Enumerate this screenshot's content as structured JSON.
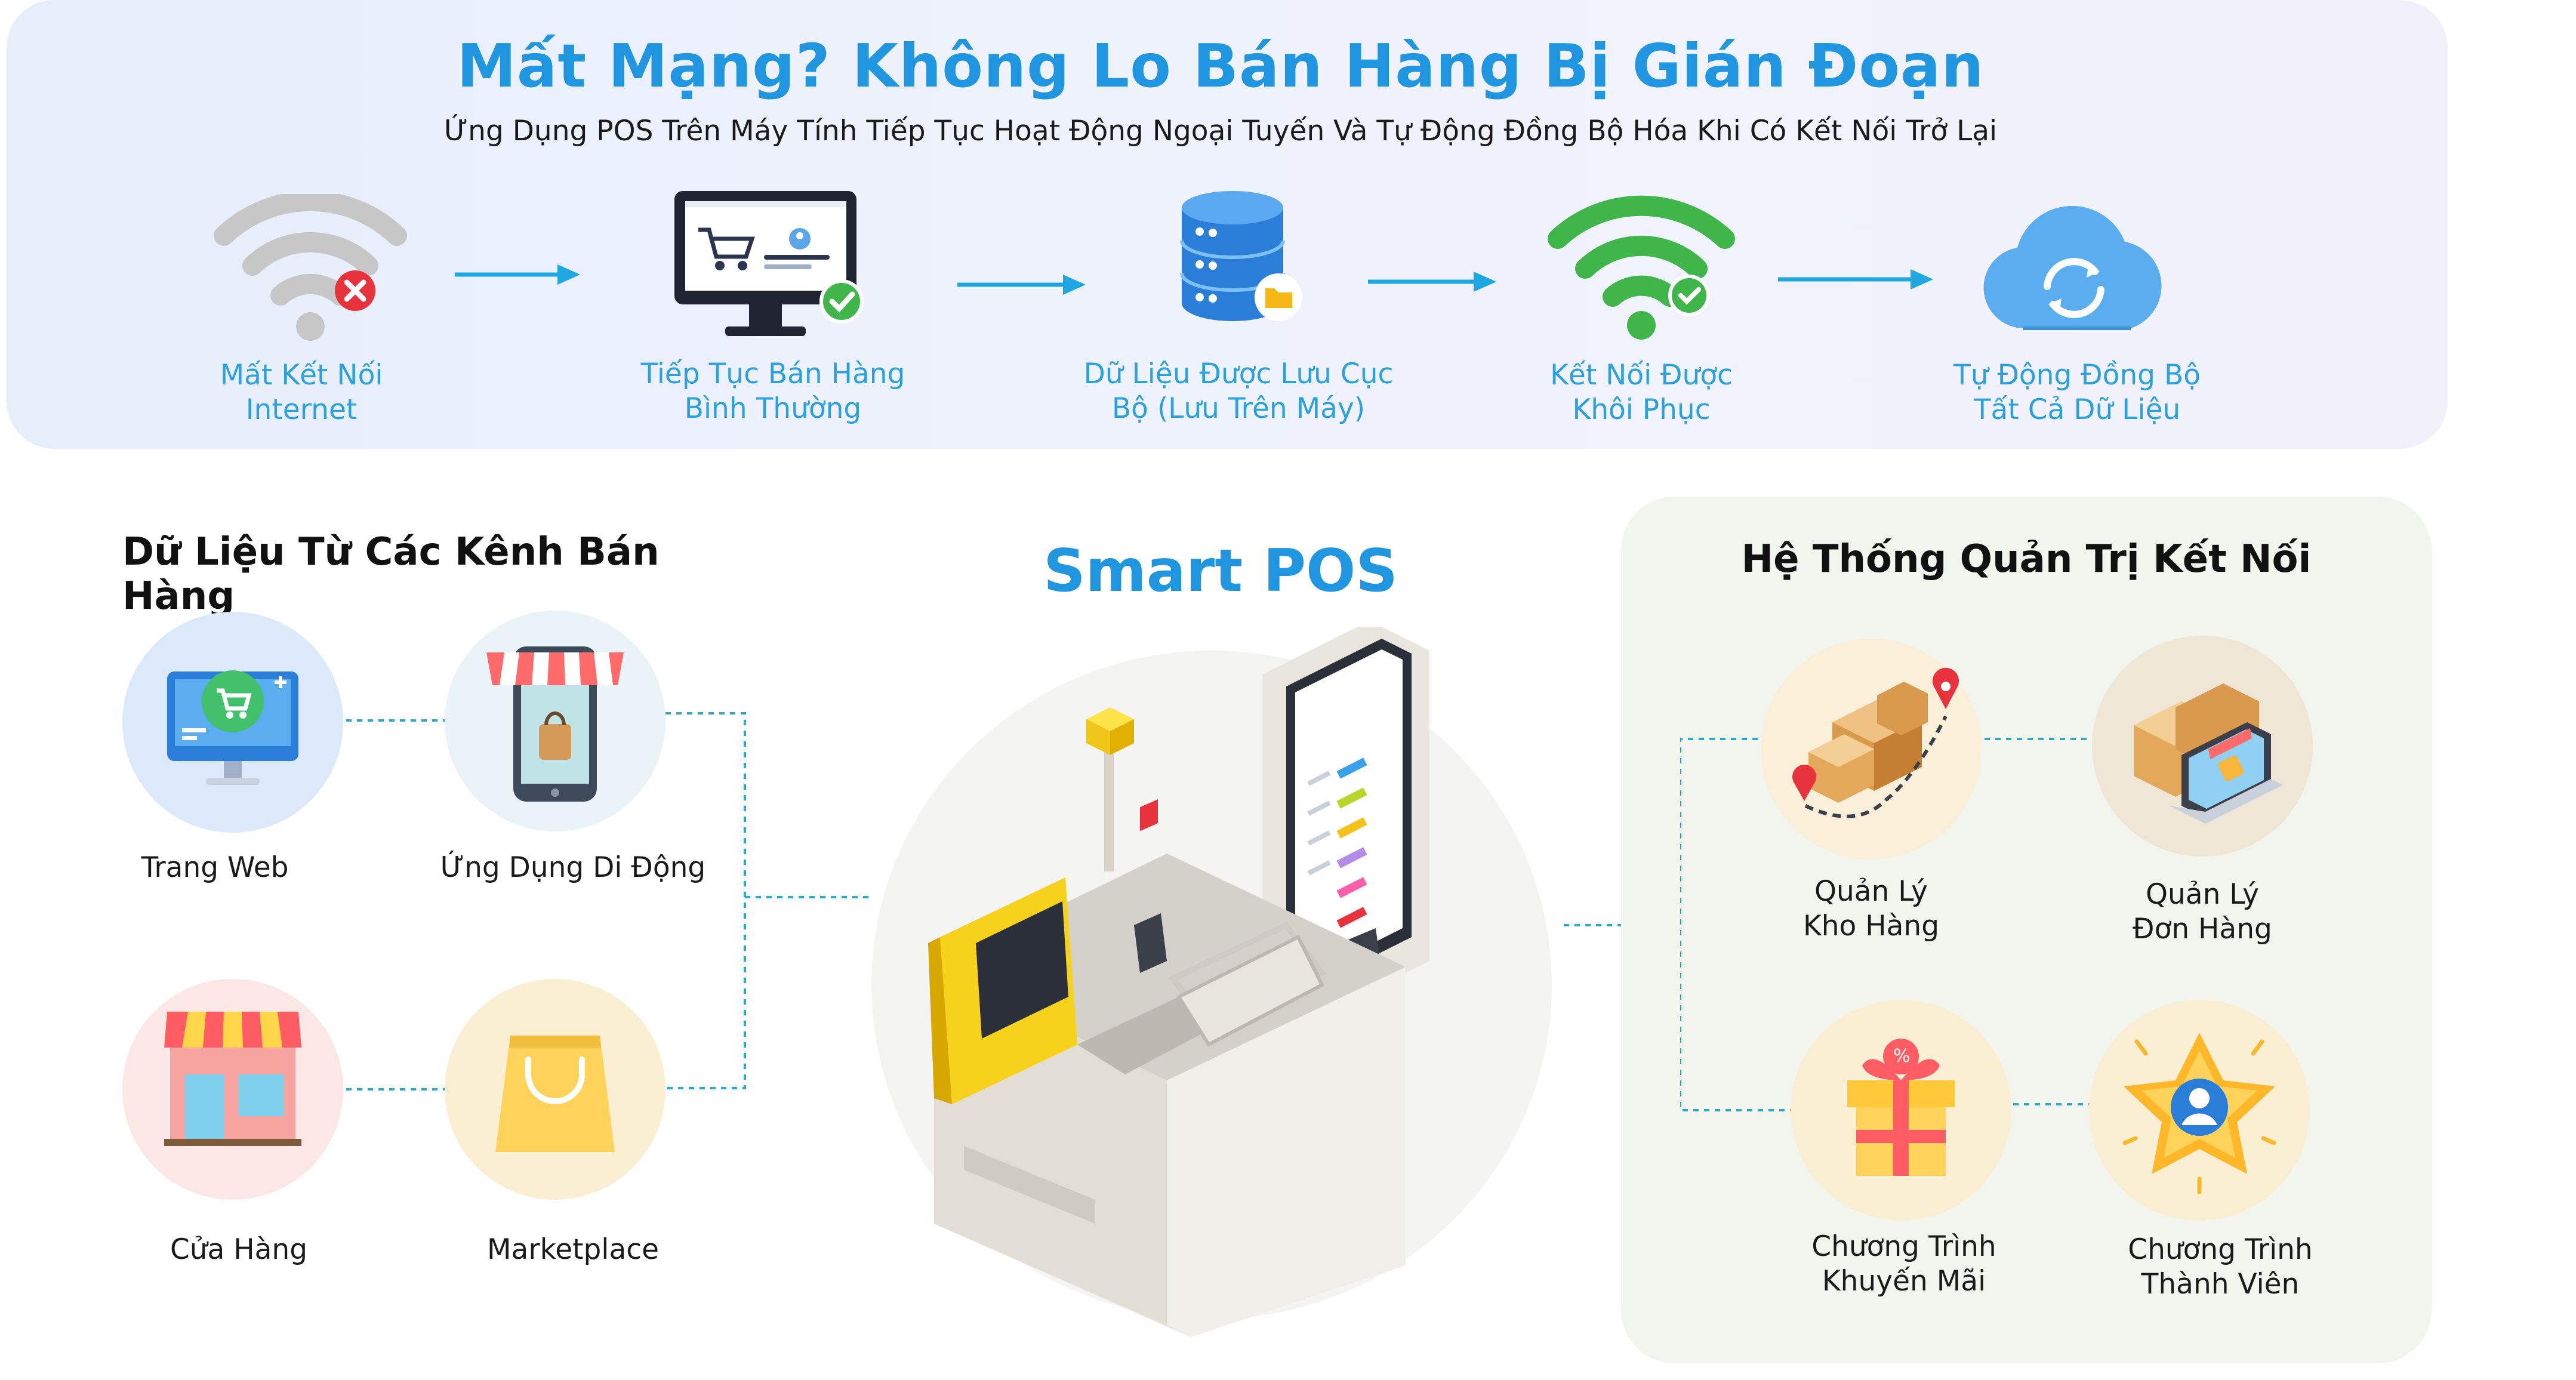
{
  "banner": {
    "title": "Mất Mạng? Không Lo Bán Hàng Bị Gián Đoạn",
    "subtitle": "Ứng Dụng POS Trên Máy Tính Tiếp Tục Hoạt Động Ngoại Tuyến Và Tự Động Đồng Bộ Hóa Khi Có Kết Nối Trở Lại",
    "steps": [
      {
        "line1": "Mất Kết Nối",
        "line2": "Internet",
        "icon": "wifi-off-icon"
      },
      {
        "line1": "Tiếp Tục Bán Hàng",
        "line2": "Bình Thường",
        "icon": "pos-monitor-icon"
      },
      {
        "line1": "Dữ Liệu Được Lưu Cục",
        "line2": "Bộ (Lưu Trên Máy)",
        "icon": "database-icon"
      },
      {
        "line1": "Kết Nối Được",
        "line2": "Khôi Phục",
        "icon": "wifi-on-icon"
      },
      {
        "line1": "Tự Động Đồng Bộ",
        "line2": "Tất Cả Dữ Liệu",
        "icon": "cloud-sync-icon"
      }
    ]
  },
  "channels": {
    "title": "Dữ Liệu Từ Các Kênh Bán Hàng",
    "items": [
      {
        "label": "Trang Web",
        "icon": "website-icon"
      },
      {
        "label": "Ứng Dụng Di Động",
        "icon": "mobile-app-icon"
      },
      {
        "label": "Cửa Hàng",
        "icon": "store-icon"
      },
      {
        "label": "Marketplace",
        "icon": "shopping-bag-icon"
      }
    ]
  },
  "center": {
    "title": "Smart POS",
    "icon": "self-checkout-kiosk-icon"
  },
  "management": {
    "title": "Hệ Thống Quản Trị Kết Nối",
    "items": [
      {
        "line1": "Quản Lý",
        "line2": "Kho Hàng",
        "icon": "warehouse-icon"
      },
      {
        "line1": "Quản Lý",
        "line2": "Đơn Hàng",
        "icon": "order-laptop-icon"
      },
      {
        "line1": "Chương Trình",
        "line2": "Khuyến Mãi",
        "icon": "gift-promo-icon"
      },
      {
        "line1": "Chương Trình",
        "line2": "Thành Viên",
        "icon": "member-star-icon"
      }
    ]
  },
  "colors": {
    "accent_blue": "#2196e0",
    "step_label": "#2aa0df",
    "arrow": "#1ea7e0",
    "wifi_green": "#3fb54a",
    "error_red": "#e8323c",
    "connector": "#2aa9c9"
  }
}
